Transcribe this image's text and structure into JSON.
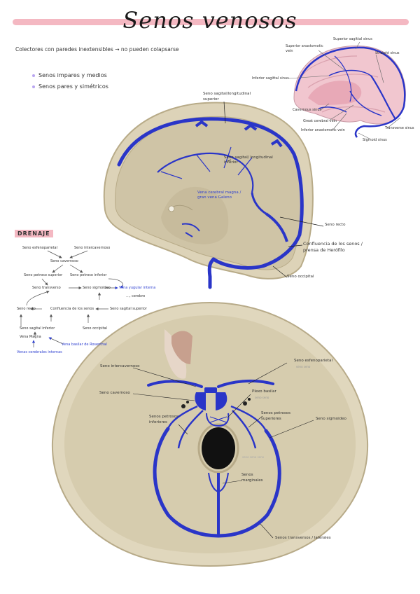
{
  "title": "Senos venosos",
  "intro": "Colectores con paredes inextensibles → no pueden colapsarse",
  "bullets": [
    "Senos impares y medios",
    "Senos pares y simétricos"
  ],
  "drenaje_heading": "DRENAJE",
  "sagittal_labels": {
    "sagital_superior": "Seno sagital/longitudinal superior",
    "sagital_inferior": "Seno sagital/ longitudinal inferior",
    "vena_galeno": "Vena cerebral magna / gran vena Galeno",
    "seno_recto": "Seno recto",
    "confluencia": "Confluencia de los senos / prensa de Herófilo",
    "seno_occipital": "Seno occipital"
  },
  "inset_labels": {
    "superior_sagittal": "Superior sagittal sinus",
    "superior_anastomotic": "Superior anastomotic vein",
    "straight": "Straight sinus",
    "inferior_sagittal": "Inferior sagittal sinus",
    "cavernous": "Cavernous sinus",
    "great_cerebral": "Great cerebral vein",
    "inferior_anastomotic": "Inferior anastomotic vein",
    "transverse": "Transverse sinus",
    "sigmoid": "Sigmoid sinus"
  },
  "flow": {
    "n1": "Seno esfenoparietal",
    "n2": "Seno intercavernoso",
    "n3": "Seno cavernoso",
    "n4": "Seno petroso superior",
    "n5": "Seno petroso inferior",
    "n6": "Seno transverso",
    "n7": "Seno sigmoideo",
    "n8": "Vena yugular interna",
    "n9": "…, cerebro",
    "n10": "Seno recto",
    "n11": "Confluencia de los senos",
    "n12": "Seno sagital superior",
    "n13": "Seno sagital inferior",
    "n14": "Vena Magna",
    "n15": "Seno occipital",
    "n16": "Venas cerebrales internas",
    "n17": "Vena basilar de Rosenthal"
  },
  "base_labels": {
    "intercavernoso": "Seno intercavernoso",
    "esfenoparietal": "Seno esfenoparietal",
    "esfeno_sub": "seno seno",
    "cavernoso": "Seno cavernoso",
    "plexo_basilar": "Plexo basilar",
    "plexo_sub": "seno seno",
    "petrosos_inferiores": "Senos petrosos inferiores",
    "petrosos_superiores": "Senos petrosos superiores",
    "sigmoideo": "Seno sigmoideo",
    "marginales": "Senos marginales",
    "transversos": "Senos transversos / laterales",
    "faint": "seno seno seno"
  },
  "colors": {
    "sinus_blue": "#2a35c8",
    "title_pink": "#f4b8c2",
    "bone": "#d8cfb6",
    "bullet_purple": "#b9a6f0"
  }
}
